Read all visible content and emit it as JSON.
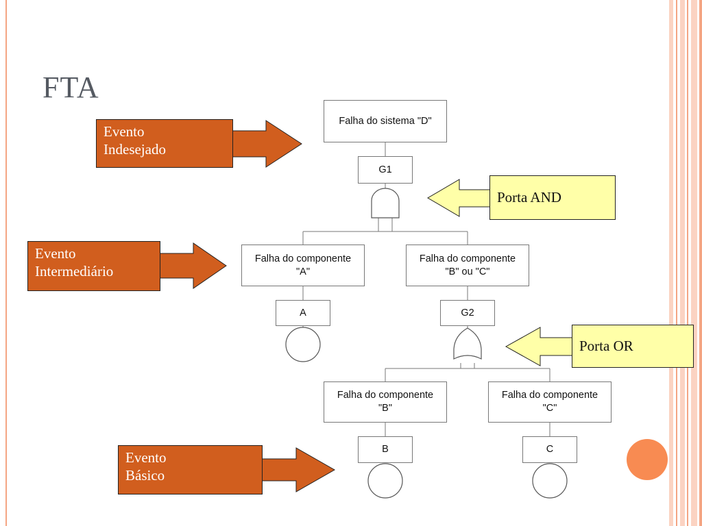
{
  "slide": {
    "title": "FTA"
  },
  "nodes": {
    "top_event": "Falha do sistema \"D\"",
    "g1": "G1",
    "event_a": "Falha do componente \"A\"",
    "event_bc": "Falha do componente \"B\" ou \"C\"",
    "label_a": "A",
    "g2": "G2",
    "event_b": "Falha do componente \"B\"",
    "event_c": "Falha do componente \"C\"",
    "label_b": "B",
    "label_c": "C"
  },
  "callouts": {
    "undesired_line1": "Evento",
    "undesired_line2": "Indesejado",
    "intermediate_line1": "Evento",
    "intermediate_line2": "Intermediário",
    "basic_line1": "Evento",
    "basic_line2": "Básico",
    "and_gate": "Porta AND",
    "or_gate": "Porta OR"
  },
  "colors": {
    "callout_orange": "#d15e1e",
    "callout_yellow": "#ffffa8",
    "accent": "#f88b52"
  }
}
